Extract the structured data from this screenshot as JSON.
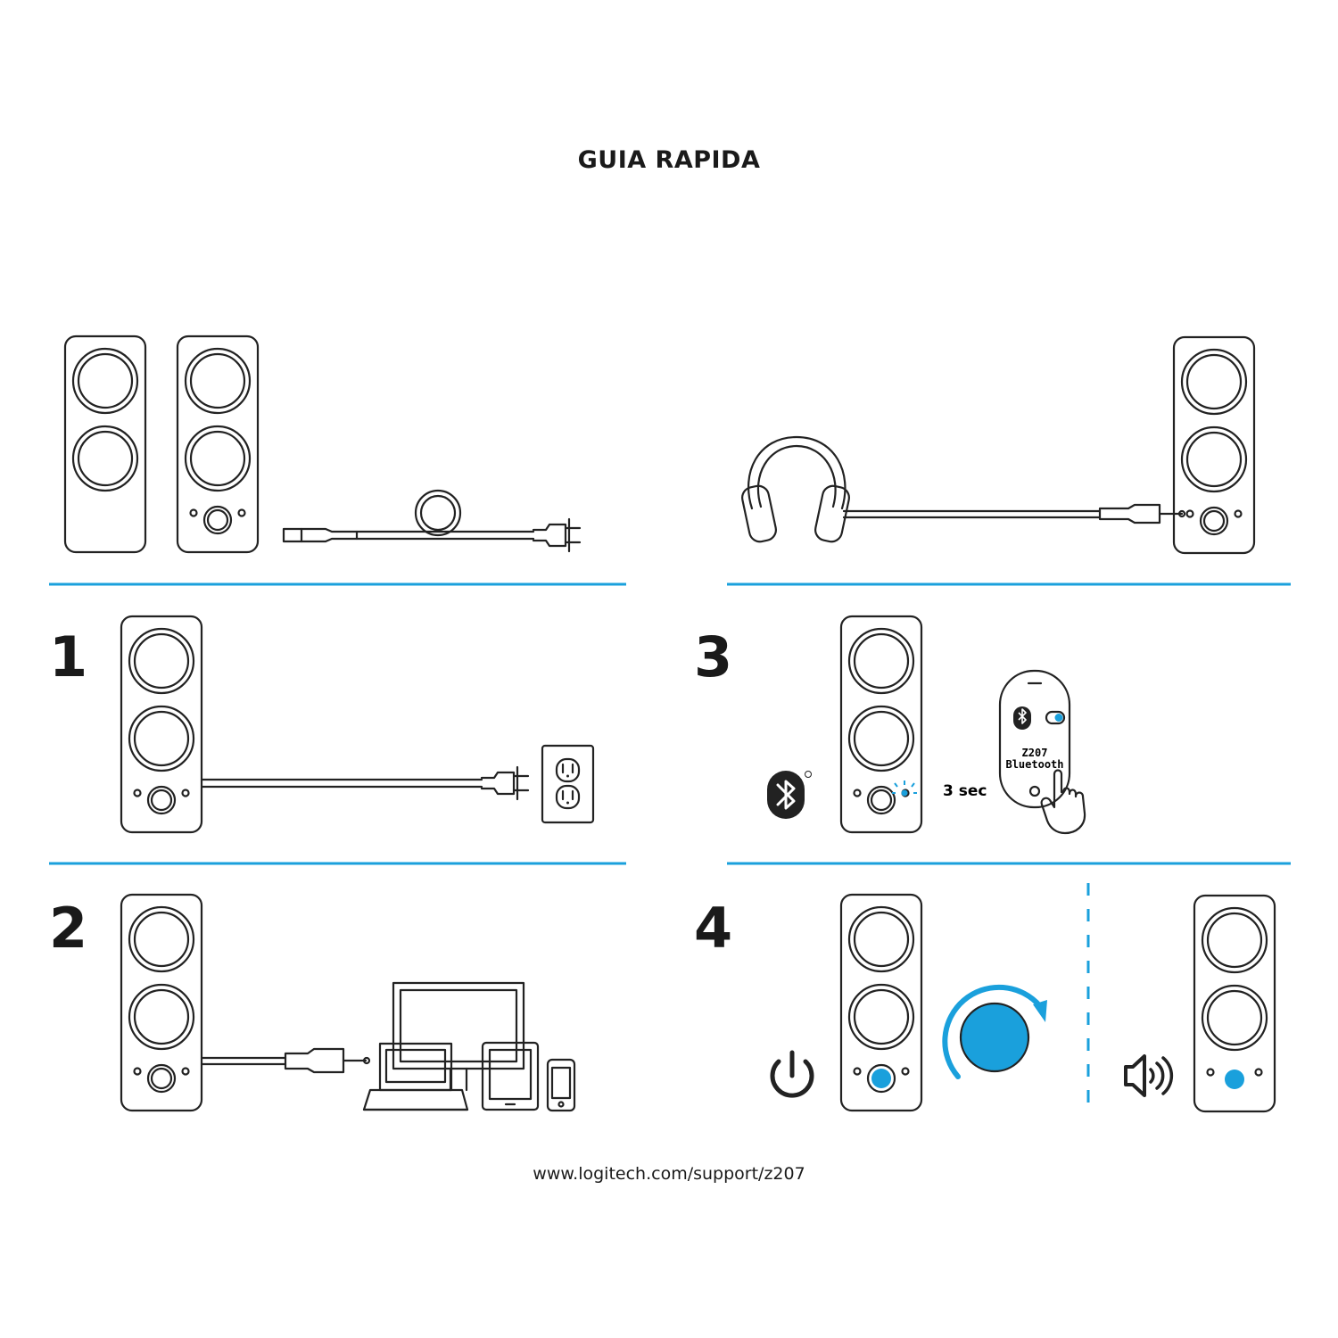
{
  "title": "GUIA RAPIDA",
  "steps": [
    {
      "number": "1"
    },
    {
      "number": "2"
    },
    {
      "number": "3",
      "timer_label": "3 sec",
      "phone_lines": [
        "Z207",
        "Bluetooth"
      ]
    },
    {
      "number": "4"
    }
  ],
  "footer_url": "www.logitech.com/support/z207",
  "colors": {
    "accent": "#1aa0dc",
    "ink": "#222222"
  },
  "icons": [
    "bluetooth-icon",
    "power-icon",
    "volume-icon",
    "wall-outlet-icon",
    "headphones-icon",
    "laptop-icon",
    "tablet-icon",
    "phone-icon",
    "touch-hand-icon"
  ]
}
